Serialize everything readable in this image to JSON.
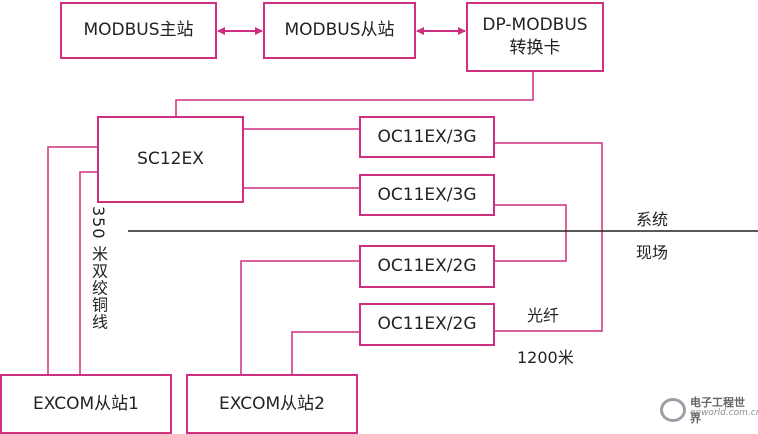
{
  "boxes": {
    "modbus_master": "MODBUS主站",
    "modbus_slave": "MODBUS从站",
    "dp_modbus_line1": "DP-MODBUS",
    "dp_modbus_line2": "转换卡",
    "sc12ex": "SC12EX",
    "oc_1": "OC11EX/3G",
    "oc_2": "OC11EX/3G",
    "oc_3": "OC11EX/2G",
    "oc_4": "OC11EX/2G",
    "excom_1": "EXCOM从站1",
    "excom_2": "EXCOM从站2"
  },
  "labels": {
    "cable": "350 米双绞铜线",
    "system": "系统",
    "field": "现场",
    "fiber": "光纤",
    "distance": "1200米"
  },
  "watermark": {
    "line1": "电子工程世界",
    "line2": "eeworld.com.cn"
  },
  "colors": {
    "line": "#cf2f7f",
    "divider": "#222222"
  }
}
